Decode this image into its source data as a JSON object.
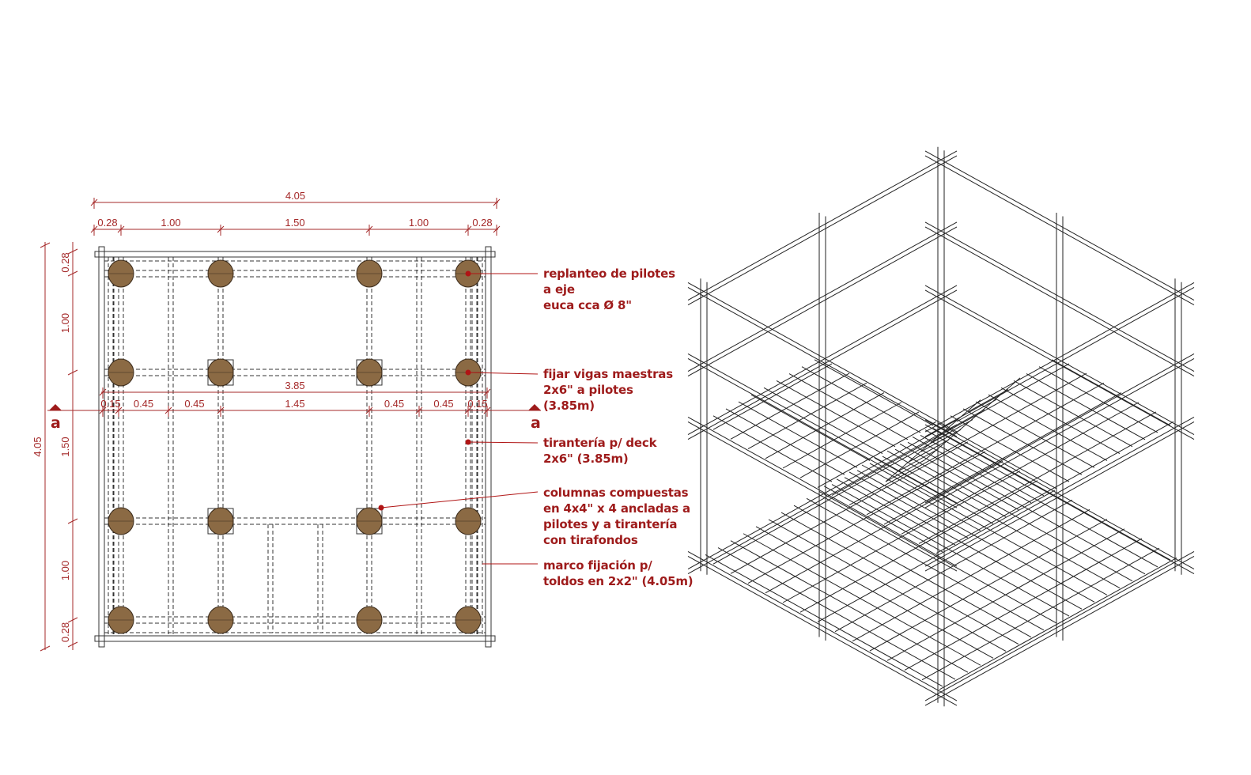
{
  "plan": {
    "dims_top_total": "4.05",
    "dims_top": [
      "0.28",
      "1.00",
      "1.50",
      "1.00",
      "0.28"
    ],
    "dims_left_total": "4.05",
    "dims_left": [
      "0.28",
      "1.00",
      "1.50",
      "1.00",
      "0.28"
    ],
    "dim_beam": "3.85",
    "dims_joists": [
      "0.15",
      "0.45",
      "0.45",
      "1.45",
      "0.45",
      "0.45",
      "0.15"
    ],
    "section_mark": "a"
  },
  "notes": [
    "replanteo de pilotes\na eje\neuca cca Ø 8\"",
    "fijar vigas maestras\n2x6\" a pilotes\n(3.85m)",
    "tirantería p/ deck\n2x6\" (3.85m)",
    "columnas compuestas\nen 4x4\" x 4 ancladas a\npilotes y a tirantería\ncon tirafondos",
    "marco fijación p/\ntoldos en 2x2\" (4.05m)"
  ],
  "colors": {
    "annotation": "#9e1b1b",
    "pile": "#8b6a44",
    "line": "#333333"
  }
}
